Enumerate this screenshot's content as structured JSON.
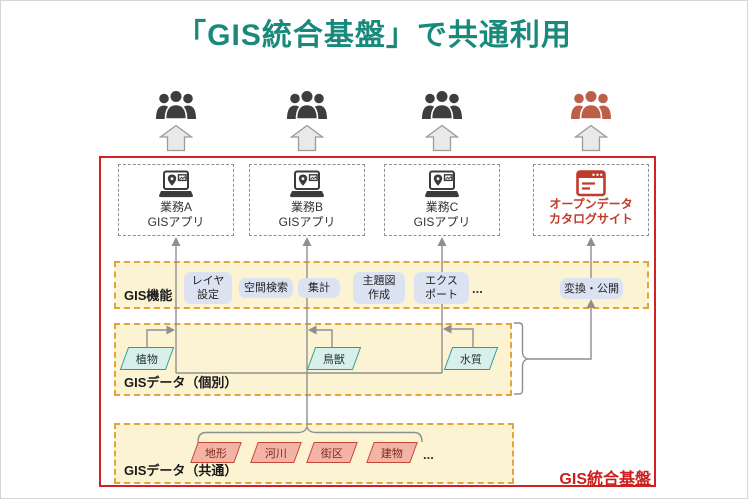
{
  "title": {
    "text": "「GIS統合基盤」で共通利用",
    "color": "#19897c"
  },
  "user_groups": {
    "items": [
      {
        "icon": "users-group-icon",
        "color": "#3e3e3e"
      },
      {
        "icon": "users-group-icon",
        "color": "#3e3e3e"
      },
      {
        "icon": "users-group-icon",
        "color": "#3e3e3e"
      },
      {
        "icon": "users-group-icon",
        "color": "#bd5e49"
      }
    ]
  },
  "apps": {
    "items": [
      {
        "line1": "業務A",
        "line2": "GISアプリ",
        "icon": "laptop-gis-icon"
      },
      {
        "line1": "業務B",
        "line2": "GISアプリ",
        "icon": "laptop-gis-icon"
      },
      {
        "line1": "業務C",
        "line2": "GISアプリ",
        "icon": "laptop-gis-icon"
      },
      {
        "line1": "オープンデータ",
        "line2": "カタログサイト",
        "icon": "browser-window-icon",
        "text_color": "#c23b2a"
      }
    ]
  },
  "gis_functions": {
    "label": "GIS機能",
    "items": [
      {
        "line1": "レイヤ",
        "line2": "設定"
      },
      {
        "line1": "空間検索",
        "line2": ""
      },
      {
        "line1": "集計",
        "line2": ""
      },
      {
        "line1": "主題図",
        "line2": "作成"
      },
      {
        "line1": "エクス",
        "line2": "ポート"
      }
    ],
    "ellipsis": "...",
    "transform_item": {
      "line1": "変換・公開"
    }
  },
  "gis_data_individual": {
    "label": "GISデータ（個別）",
    "items": [
      "植物",
      "鳥獣",
      "水質"
    ]
  },
  "gis_data_common": {
    "label": "GISデータ（共通）",
    "items": [
      "地形",
      "河川",
      "街区",
      "建物"
    ],
    "ellipsis": "..."
  },
  "platform": {
    "label": "GIS統合基盤",
    "color": "#ce1d1d"
  },
  "colors": {
    "frame_red": "#d32121",
    "section_yellow_bg": "#fcf3d2",
    "section_yellow_border": "#e2a53c",
    "chip_blue": "#dbe2f1",
    "individual_data_fill": "#d8f0ec",
    "individual_data_border": "#2f9c90",
    "common_data_fill": "#f3b3a5",
    "common_data_border": "#c54835",
    "connector_gray": "#8f8f8f",
    "title_teal": "#19897c",
    "highlight_users": "#bd5e49"
  }
}
